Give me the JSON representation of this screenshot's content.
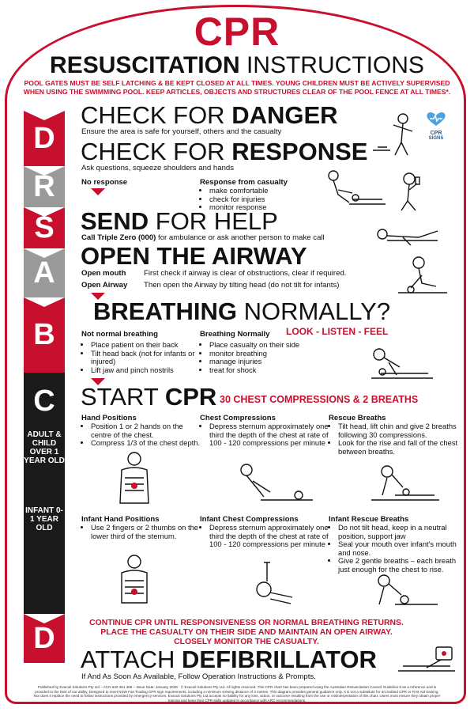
{
  "title": {
    "main": "CPR",
    "sub_bold": "RESUSCITATION",
    "sub_light": " INSTRUCTIONS"
  },
  "warning": "POOL GATES MUST BE SELF LATCHING & BE KEPT CLOSED AT ALL TIMES. YOUNG CHILDREN MUST BE ACTIVELY SUPERVISED WHEN USING THE SWIMMING POOL. KEEP ARTICLES, OBJECTS AND STRUCTURES CLEAR OF THE POOL FENCE AT ALL TIMES*.",
  "logo": {
    "line1": "CPR",
    "line2": "SIGNS"
  },
  "colors": {
    "red": "#c8102e",
    "grey": "#9a9a9a",
    "dark": "#1a1a1a"
  },
  "sidebar": {
    "letters": [
      "D",
      "R",
      "S",
      "A",
      "B",
      "C",
      "D"
    ],
    "adult_label": "ADULT & CHILD OVER 1 YEAR OLD",
    "infant_label": "INFANT 0- 1 YEAR OLD"
  },
  "danger": {
    "light": "CHECK FOR ",
    "bold": "DANGER",
    "text": "Ensure the area is safe for yourself, others and the casualty"
  },
  "response": {
    "light": "CHECK FOR ",
    "bold": "RESPONSE",
    "text": "Ask questions, squeeze shoulders and hands",
    "no_response": "No response",
    "response_label": "Response from casualty",
    "response_items": [
      "make comfortable",
      "check for injuries",
      "monitor response"
    ]
  },
  "send": {
    "bold": "SEND",
    "light": " FOR HELP",
    "text_bold": "Call Triple Zero (000)",
    "text": " for ambulance or ask another person to make call"
  },
  "airway": {
    "bold": "OPEN THE AIRWAY",
    "row1_label": "Open mouth",
    "row1_text": "First check if airway is clear of obstructions, clear if required.",
    "row2_label": "Open Airway",
    "row2_text": "Then open the Airway by tilting head (do not tilt for infants)"
  },
  "breathing": {
    "bold": "BREATHING",
    "light": " NORMALLY?",
    "look": "LOOK - LISTEN - FEEL",
    "not_label": "Not normal breathing",
    "not_items": [
      "Place patient on their back",
      "Tilt head back (not for infants or injured)",
      "Lift jaw and pinch nostrils"
    ],
    "normal_label": "Breathing Normally",
    "normal_items": [
      "Place casualty on their side",
      "monitor breathing",
      "manage injuries",
      "treat for shock"
    ]
  },
  "cpr": {
    "light": "START ",
    "bold": "CPR",
    "note": "30 CHEST COMPRESSIONS & 2 BREATHS",
    "hand_label": "Hand Positions",
    "hand_items": [
      "Position 1 or 2 hands on the centre of the chest.",
      "Compress 1/3 of the chest depth."
    ],
    "comp_label": "Chest Compressions",
    "comp_items": [
      "Depress sternum approximately one third the depth of the chest at rate of 100 - 120 compressions per minute"
    ],
    "rescue_label": "Rescue Breaths",
    "rescue_items": [
      "Tilt head, lift chin and give 2 breaths following 30 compressions.",
      "Look for the rise and fall of the chest between breaths."
    ],
    "inf_hand_label": "Infant Hand Positions",
    "inf_hand_items": [
      "Use 2 fingers or 2 thumbs on the lower third of the sternum."
    ],
    "inf_comp_label": "Infant Chest Compressions",
    "inf_comp_items": [
      "Depress sternum approximately one third the depth of the chest at rate of 100 - 120 compressions per minute"
    ],
    "inf_rescue_label": "Infant Rescue Breaths",
    "inf_rescue_items": [
      "Do not tilt head, keep in a neutral position, support jaw",
      "Seal your mouth over infant's mouth and nose.",
      "Give 2 gentle breaths – each breath just enough for the chest to rise."
    ]
  },
  "continue": "CONTINUE CPR UNTIL RESPONSIVENESS OR NORMAL BREATHING RETURNS. PLACE THE  CASUALTY ON THEIR SIDE AND MAINTAIN AN OPEN AIRWAY. CLOSELY MONITOR THE CASUALTY.",
  "defib": {
    "light": "ATTACH ",
    "bold": "DEFIBRILLATOR",
    "text": "If And As Soon As Available, Follow Operation Instructions & Prompts."
  },
  "footer": "Published by Evaculi Solutions Pty Ltd – ACN 620 361 366 – Issue Date: January 2026 · © Evaculi Solutions Pty Ltd. All rights reserved. This CPR chart has been prepared using the Australian Resuscitation Council Guideline 8 as a reference and is provided to the best of our ability. Designed to meet NSW Fair Trading CPR sign requirements, including a minimum viewing distance of 3 metres. This diagram provides general guidance only. It is not a substitute for accredited CPR or First Aid training. Nor does it replace the need to follow instructions provided by emergency services. Evaculi Solutions Pty Ltd accepts no liability for any loss, action, or outcome resulting from the use or misinterpretation of this chart. Users must ensure they obtain proper training and keep their CPR skills updated in accordance with ARC recommendations."
}
